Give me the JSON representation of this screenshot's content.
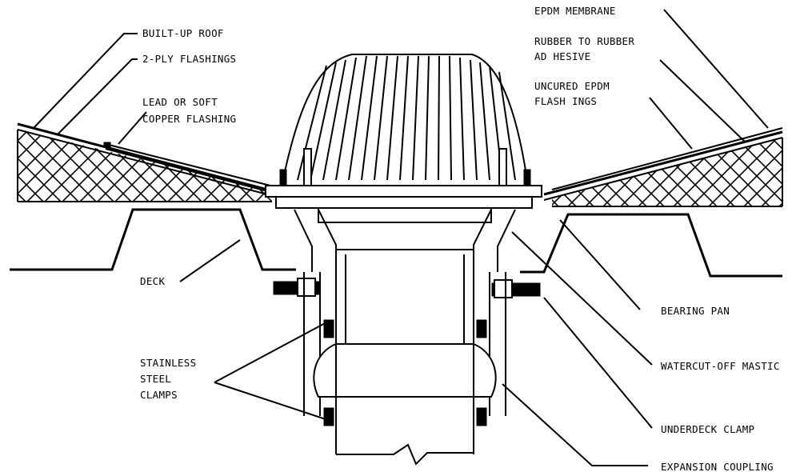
{
  "labels": {
    "built_up_roof": "BUILT-UP ROOF",
    "two_ply_flashings": "2-PLY FLASHINGS",
    "lead_soft_copper_1": "LEAD OR SOFT",
    "lead_soft_copper_2": "COPPER FLASHING",
    "epdm_membrane": "EPDM MEMBRANE",
    "rubber_adhesive_1": "RUBBER TO RUBBER",
    "rubber_adhesive_2": "AD HESIVE",
    "uncured_epdm_1": "UNCURED EPDM",
    "uncured_epdm_2": "FLASH INGS",
    "deck": "DECK",
    "bearing_pan": "BEARING PAN",
    "water_cutoff_mastic": "WATERCUT-OFF MASTIC",
    "underdeck_clamp": "UNDERDECK CLAMP",
    "expansion_coupling": "EXPANSION COUPLING",
    "stainless_1": "STAINLESS",
    "stainless_2": "STEEL",
    "stainless_3": "CLAMPS"
  }
}
